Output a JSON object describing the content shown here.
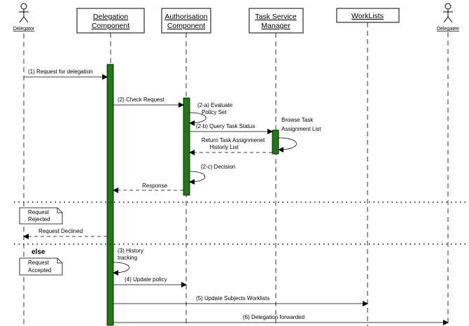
{
  "participants": [
    {
      "line1": "Delegator"
    },
    {
      "line1": "Delegation",
      "line2": "Component"
    },
    {
      "line1": "Authorisation",
      "line2": "Component"
    },
    {
      "line1": "Task Service",
      "line2": "Manager"
    },
    {
      "line1": "WorkLists"
    },
    {
      "line1": "Delegatee"
    }
  ],
  "messages": [
    {
      "text": "(1) Request for delegation"
    },
    {
      "text": "(2) Check Request"
    },
    {
      "line1": "(2-a) Evaluate",
      "line2": "Policy Set"
    },
    {
      "text": "(2-b) Query Task Status"
    },
    {
      "line1": "Browse Task",
      "line2": "Assignment List"
    },
    {
      "line1": "Return Task Assignmenet",
      "line2": "Historly List"
    },
    {
      "text": "(2-c) Decision"
    },
    {
      "text": "Response"
    },
    {
      "text": "Request Declined"
    },
    {
      "line1": "(3) History",
      "line2": "tracking"
    },
    {
      "text": "(4) Update policy"
    },
    {
      "text": "(5) Update Subjects Worklists"
    },
    {
      "text": "(6) Delegation forwarded"
    }
  ],
  "notes": [
    {
      "line1": "Request",
      "line2": "Rejected"
    },
    {
      "line1": "Request",
      "line2": "Accepted"
    }
  ],
  "guard": "else",
  "colors": {
    "activation": "#1e7a12",
    "line": "#000000"
  }
}
